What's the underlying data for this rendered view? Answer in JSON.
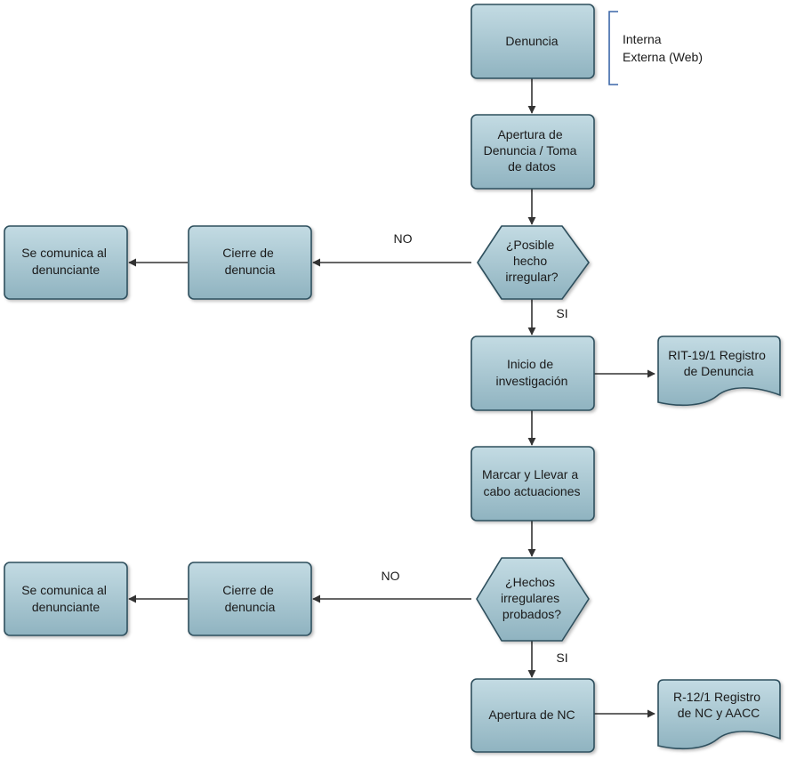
{
  "nodes": {
    "denuncia": {
      "lines": [
        "Denuncia"
      ]
    },
    "apertura_denuncia": {
      "lines": [
        "Apertura de",
        "Denuncia / Toma",
        "de datos"
      ]
    },
    "decision_posible": {
      "lines": [
        "¿Posible",
        "hecho",
        "irregular?"
      ]
    },
    "cierre_1": {
      "lines": [
        "Cierre de",
        "denuncia"
      ]
    },
    "comunica_1": {
      "lines": [
        "Se comunica al",
        "denunciante"
      ]
    },
    "inicio_investigacion": {
      "lines": [
        "Inicio de",
        "investigación"
      ]
    },
    "registro_rit": {
      "lines": [
        "RIT-19/1 Registro",
        "de Denuncia"
      ]
    },
    "marcar_actuaciones": {
      "lines": [
        "Marcar y Llevar a",
        "cabo actuaciones"
      ]
    },
    "decision_hechos": {
      "lines": [
        "¿Hechos",
        "irregulares",
        "probados?"
      ]
    },
    "cierre_2": {
      "lines": [
        "Cierre de",
        "denuncia"
      ]
    },
    "comunica_2": {
      "lines": [
        "Se comunica al",
        "denunciante"
      ]
    },
    "apertura_nc": {
      "lines": [
        "Apertura de NC"
      ]
    },
    "registro_r12": {
      "lines": [
        "R-12/1 Registro",
        "de NC y AACC"
      ]
    }
  },
  "annotation": {
    "lines": [
      "Interna",
      "Externa (Web)"
    ]
  },
  "edge_labels": {
    "no_1": "NO",
    "si_1": "SI",
    "no_2": "NO",
    "si_2": "SI"
  },
  "colors": {
    "node_fill_light": "#bcd6df",
    "node_fill_dark": "#93b7c4",
    "node_stroke": "#2e4f5d",
    "edge": "#333333",
    "bracket": "#3b67a8"
  }
}
